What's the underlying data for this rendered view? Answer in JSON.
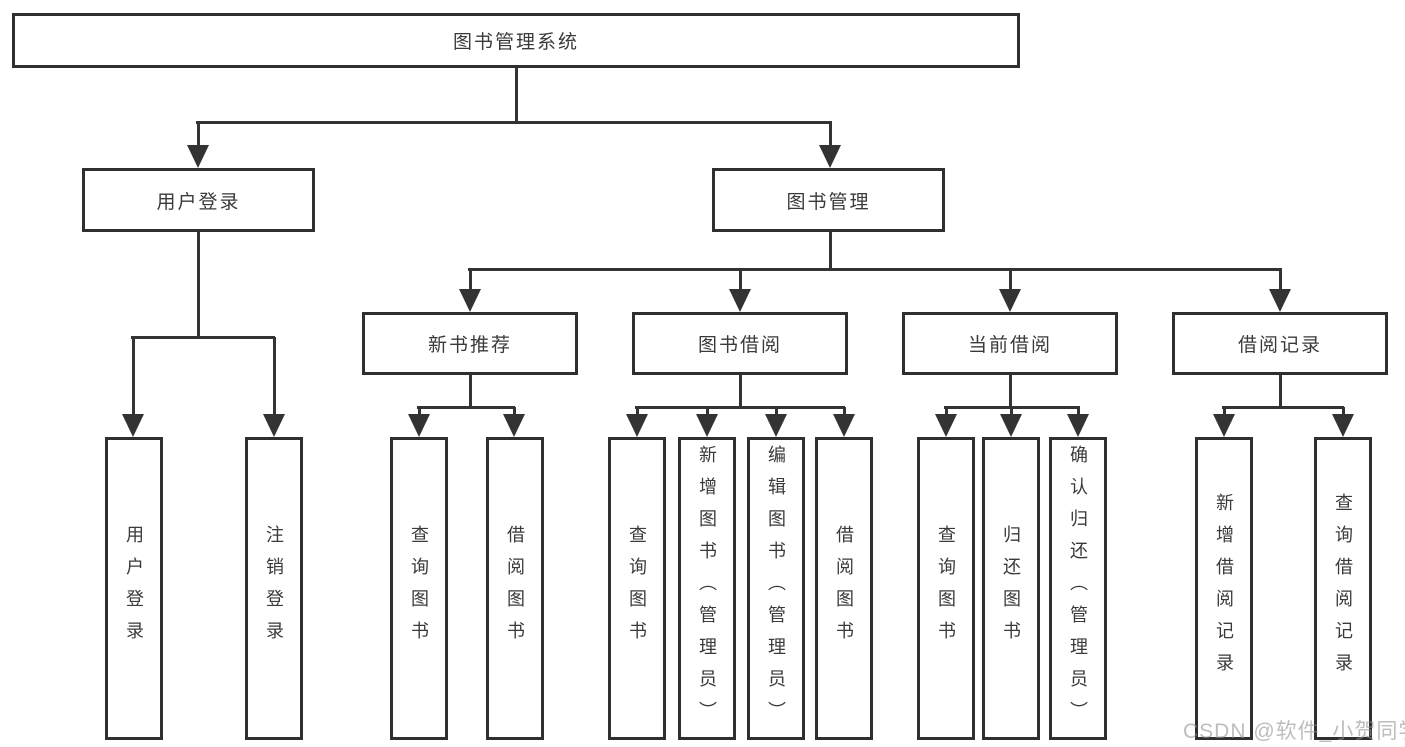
{
  "diagram_type": "hierarchy-tree",
  "colors": {
    "background": "#ffffff",
    "line": "#333333",
    "box_border": "#2f2f2f",
    "text": "#3a3a3a",
    "watermark": "#b9b9b9"
  },
  "tree": {
    "label": "图书管理系统",
    "children": [
      {
        "label": "用户登录",
        "children": [
          {
            "label": "用户登录"
          },
          {
            "label": "注销登录"
          }
        ]
      },
      {
        "label": "图书管理",
        "children": [
          {
            "label": "新书推荐",
            "children": [
              {
                "label": "查询图书"
              },
              {
                "label": "借阅图书"
              }
            ]
          },
          {
            "label": "图书借阅",
            "children": [
              {
                "label": "查询图书"
              },
              {
                "label": "新增图书（管理员）"
              },
              {
                "label": "编辑图书（管理员）"
              },
              {
                "label": "借阅图书"
              }
            ]
          },
          {
            "label": "当前借阅",
            "children": [
              {
                "label": "查询图书"
              },
              {
                "label": "归还图书"
              },
              {
                "label": "确认归还（管理员）"
              }
            ]
          },
          {
            "label": "借阅记录",
            "children": [
              {
                "label": "新增借阅记录"
              },
              {
                "label": "查询借阅记录"
              }
            ]
          }
        ]
      }
    ]
  },
  "watermark": {
    "text": "CSDN @软件_小贺同学"
  }
}
